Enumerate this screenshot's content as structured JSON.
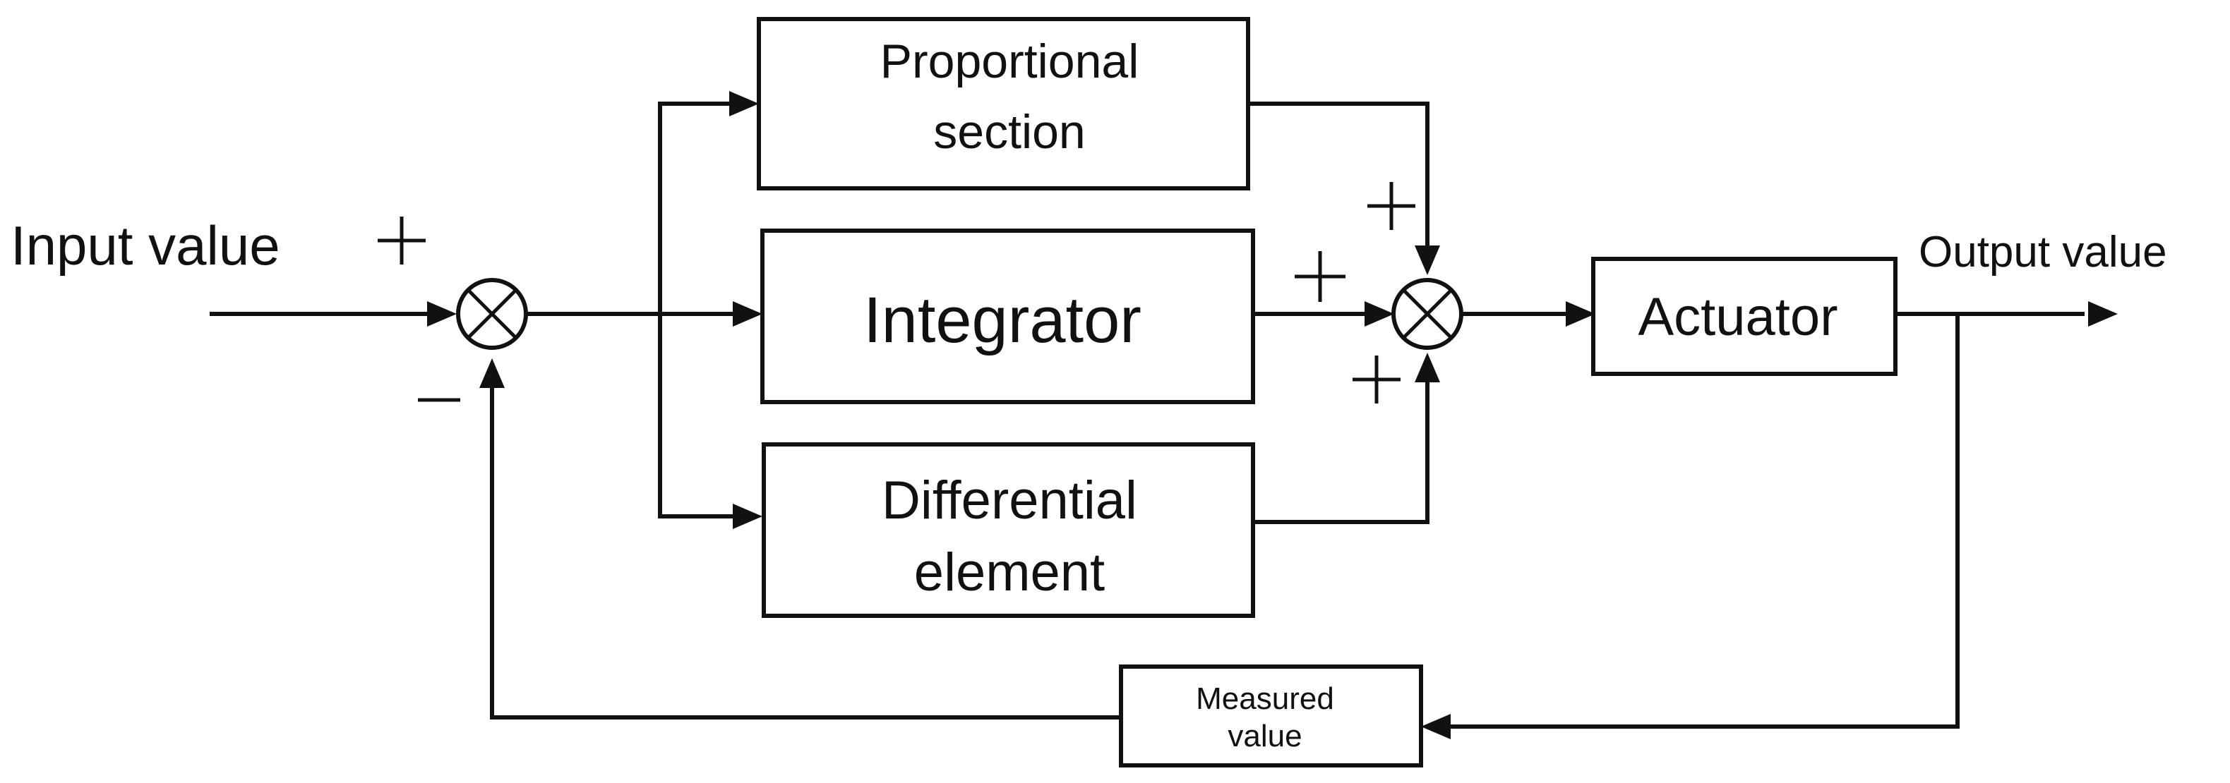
{
  "labels": {
    "input": "Input value",
    "output": "Output value"
  },
  "blocks": {
    "proportional": {
      "line1": "Proportional",
      "line2": "section"
    },
    "integrator": {
      "line1": "Integrator"
    },
    "differential": {
      "line1": "Differential",
      "line2": "element"
    },
    "actuator": {
      "line1": "Actuator"
    },
    "measured": {
      "line1": "Measured",
      "line2": "value"
    }
  },
  "summing_junctions": {
    "input_sum": {
      "signs": [
        "+",
        "−"
      ]
    },
    "output_sum": {
      "signs": [
        "+",
        "+",
        "+"
      ]
    }
  },
  "colors": {
    "stroke": "#111111",
    "background": "#ffffff"
  }
}
